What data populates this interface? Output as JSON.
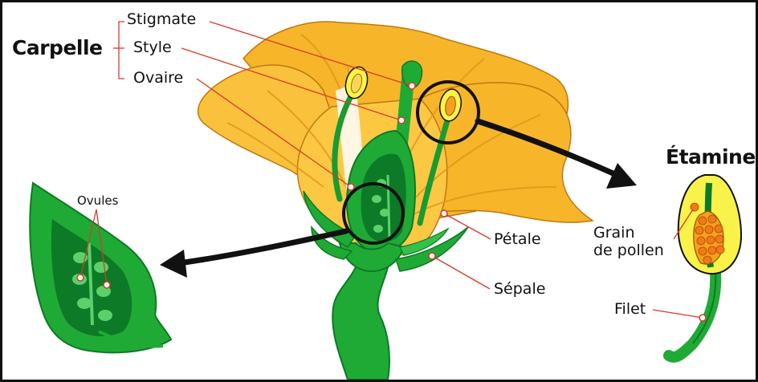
{
  "labels": {
    "carpelle": "Carpelle",
    "stigmate": "Stigmate",
    "style": "Style",
    "ovaire": "Ovaire",
    "ovules": "Ovules",
    "petale": "Pétale",
    "sepale": "Sépale",
    "etamine": "Étamine",
    "grain_line1": "Grain",
    "grain_line2": "de pollen",
    "filet": "Filet"
  },
  "colors": {
    "petal": "#f7b52a",
    "petal_dark": "#e0951a",
    "petal_light": "#fcd55a",
    "green": "#1faa35",
    "green_dark": "#0c7a26",
    "green_light": "#5cd06a",
    "anther_yellow": "#f9f24a",
    "pollen_orange": "#f07a1a",
    "leader_red": "#d93a2a",
    "outline": "#111111"
  }
}
